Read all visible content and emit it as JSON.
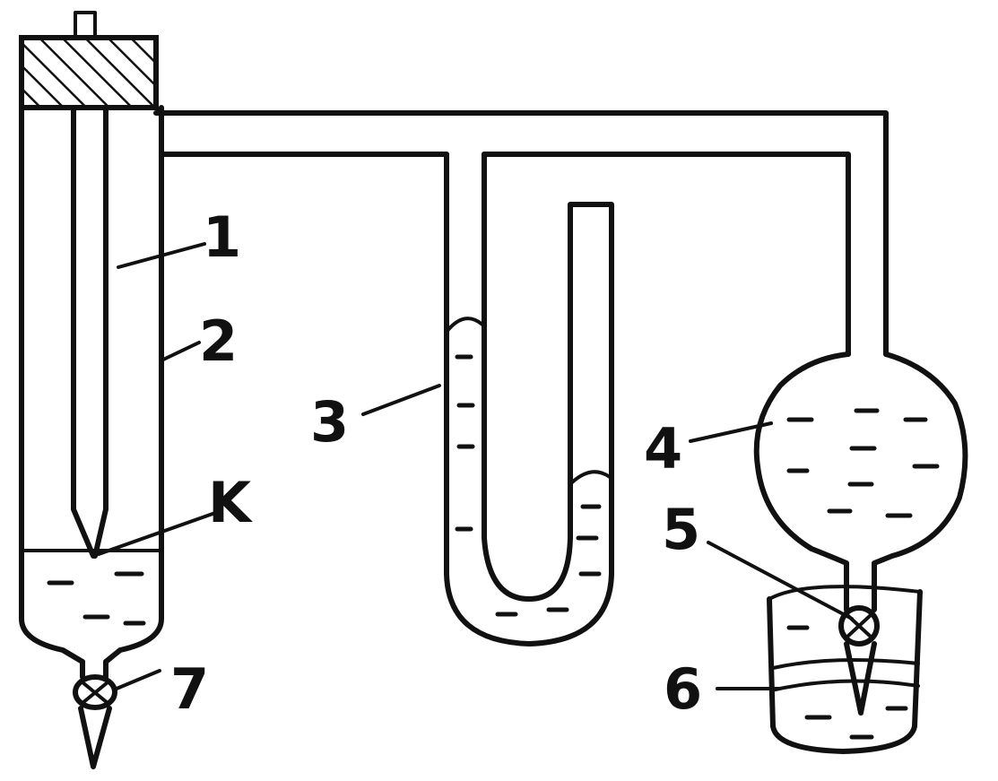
{
  "labels": {
    "one": "1",
    "two": "2",
    "three": "3",
    "four": "4",
    "five": "5",
    "six": "6",
    "seven": "7",
    "k": "K"
  }
}
